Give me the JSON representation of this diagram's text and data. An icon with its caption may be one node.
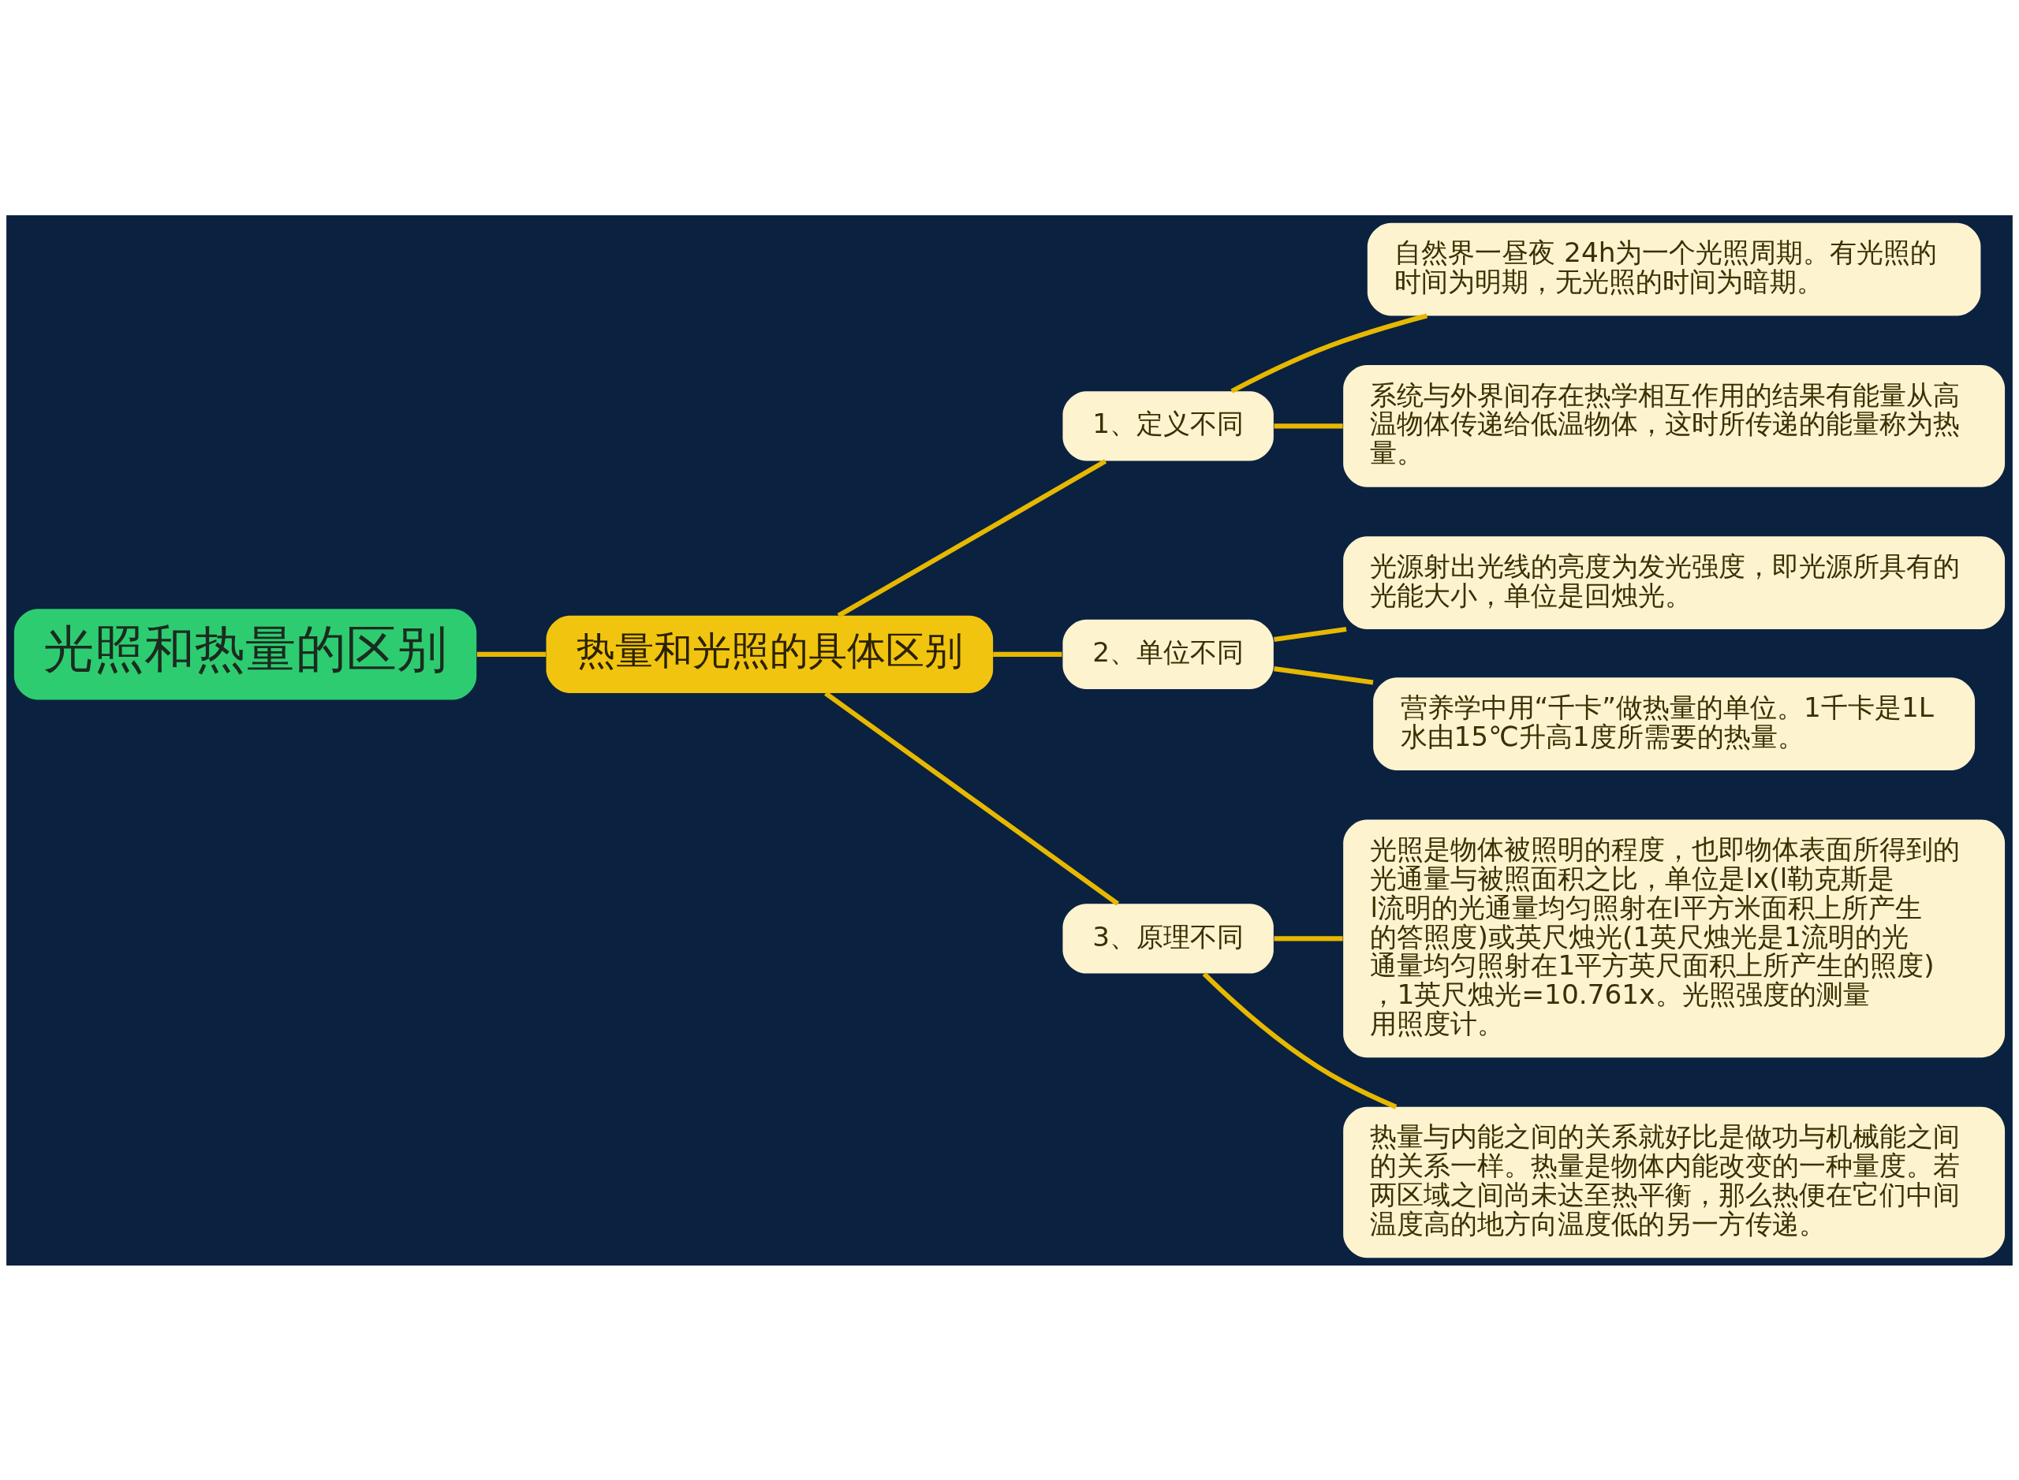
{
  "diagram": {
    "nodes": [
      {
        "text": [
          "光照和热量的区别"
        ]
      },
      {
        "text": [
          "热量和光照的具体区别"
        ]
      },
      {
        "text": [
          "1、定义不同"
        ]
      },
      {
        "text": [
          "自然界一昼夜 24h为一个光照周期。有光照的时间为明期，无光照的时间为暗期。"
        ]
      },
      {
        "text": [
          "系统与外界间存在热学相互作用的结果有能量从高温物体传递给低温物体，这时所传递的能量称为热量。"
        ]
      },
      {
        "text": [
          "2、单位不同"
        ]
      },
      {
        "text": [
          "光源射出光线的亮度为发光强度，即光源所具有的光能大小，单位是回烛光。"
        ]
      },
      {
        "text": [
          "营养学中用“千卡”做热量的单位。1千卡是1L水由15℃升高1度所需要的热量。"
        ]
      },
      {
        "text": [
          "3、原理不同"
        ]
      },
      {
        "text": [
          "光照是物体被照明的程度，也即物体表面所得到的光通量与被照面积之比，单位是lx(l勒克斯是l流明的光通量均匀照射在l平方米面积上所产生的答照度)或英尺烛光(1英尺烛光是1流明的光通量均匀照射在1平方英尺面积上所产生的照度)，1英尺烛光=10.761x。光照强度的测量用照度计。"
        ]
      },
      {
        "text": [
          "热量与内能之间的关系就好比是做功与机械能之间的关系一样。热量是物体内能改变的一种量度。若两区域之间尚未达至热平衡，那么热便在它们中间温度高的地方向温度低的另一方传递。"
        ]
      }
    ],
    "edges": [
      {
        "from": 0,
        "to": 1,
        "arrow": "none"
      },
      {
        "from": 1,
        "to": 2,
        "arrow": "none"
      },
      {
        "from": 2,
        "to": 3,
        "arrow": "none"
      },
      {
        "from": 2,
        "to": 4,
        "arrow": "none"
      },
      {
        "from": 1,
        "to": 5,
        "arrow": "none"
      },
      {
        "from": 5,
        "to": 6,
        "arrow": "none"
      },
      {
        "from": 5,
        "to": 7,
        "arrow": "none"
      },
      {
        "from": 1,
        "to": 8,
        "arrow": "none"
      },
      {
        "from": 8,
        "to": 9,
        "arrow": "none"
      },
      {
        "from": 8,
        "to": 10,
        "arrow": "none"
      }
    ]
  }
}
